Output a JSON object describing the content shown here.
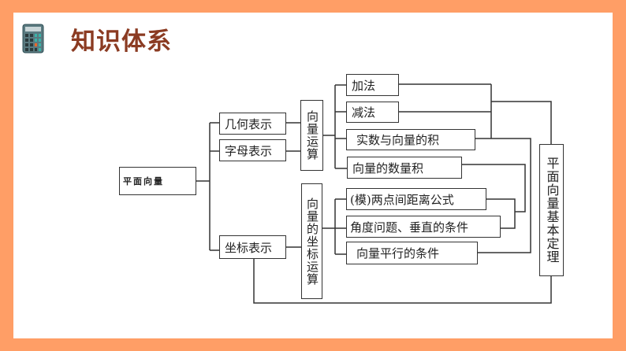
{
  "header": {
    "title": "知识体系",
    "icon": "calculator-icon"
  },
  "diagram": {
    "root": "平面向量",
    "representations": [
      "几何表示",
      "字母表示",
      "坐标表示"
    ],
    "vector_ops": "向量运算",
    "coord_ops": "向量的坐标运算",
    "ops_items": [
      "加法",
      "减法",
      "实数与向量的积",
      "向量的数量积"
    ],
    "coord_items": [
      "(模)两点间距离公式",
      "角度问题、垂直的条件",
      "向量平行的条件"
    ],
    "theorem": "平面向量基本定理"
  }
}
